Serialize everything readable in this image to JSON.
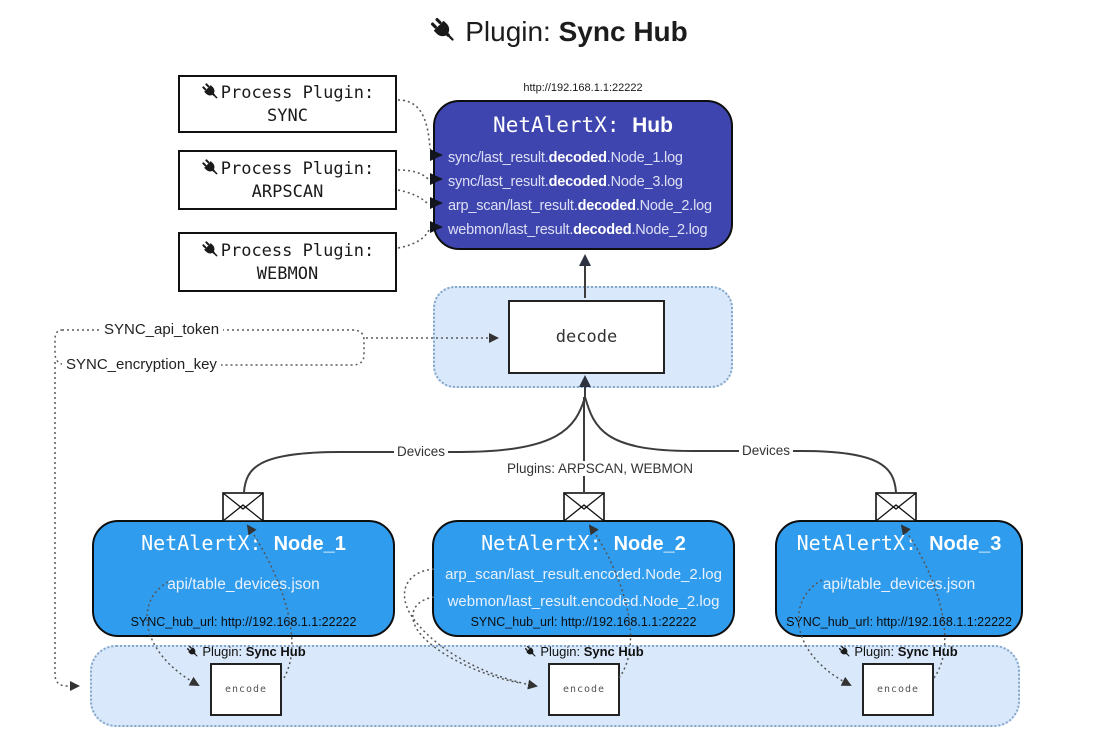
{
  "colors": {
    "hub_fill": "#3f45ae",
    "node_fill": "#2f9cee",
    "panel_fill": "#d9e9fb",
    "panel_border": "#84a6c9"
  },
  "title": {
    "pre": "Plugin: ",
    "bold": "Sync Hub"
  },
  "hub": {
    "url": "http://192.168.1.1:22222",
    "title_mono": "NetAlertX: ",
    "title_bold": "Hub",
    "lines": [
      {
        "pre": "sync/last_result.",
        "bold": "decoded",
        "post": ".Node_1.log"
      },
      {
        "pre": "sync/last_result.",
        "bold": "decoded",
        "post": ".Node_3.log"
      },
      {
        "pre": "arp_scan/last_result.",
        "bold": "decoded",
        "post": ".Node_2.log"
      },
      {
        "pre": "webmon/last_result.",
        "bold": "decoded",
        "post": ".Node_2.log"
      }
    ]
  },
  "process_plugins": [
    {
      "label": "Process Plugin:",
      "name": "SYNC"
    },
    {
      "label": "Process Plugin:",
      "name": "ARPSCAN"
    },
    {
      "label": "Process Plugin:",
      "name": "WEBMON"
    }
  ],
  "decode": {
    "label": "decode"
  },
  "secrets": {
    "api_token": "SYNC_api_token",
    "encryption_key": "SYNC_encryption_key"
  },
  "edges": {
    "devices_left": "Devices",
    "plugins_mid": "Plugins: ARPSCAN, WEBMON",
    "devices_right": "Devices"
  },
  "nodes": [
    {
      "title_mono": "NetAlertX: ",
      "title_bold": "Node_1",
      "lines": [
        "api/table_devices.json"
      ],
      "hub_url": "SYNC_hub_url: http://192.168.1.1:22222"
    },
    {
      "title_mono": "NetAlertX: ",
      "title_bold": "Node_2",
      "lines": [
        "arp_scan/last_result.encoded.Node_2.log",
        "webmon/last_result.encoded.Node_2.log"
      ],
      "hub_url": "SYNC_hub_url: http://192.168.1.1:22222"
    },
    {
      "title_mono": "NetAlertX: ",
      "title_bold": "Node_3",
      "lines": [
        "api/table_devices.json"
      ],
      "hub_url": "SYNC_hub_url: http://192.168.1.1:22222"
    }
  ],
  "encoders": [
    {
      "plugin_pre": "Plugin: ",
      "plugin_bold": "Sync Hub",
      "label": "encode"
    },
    {
      "plugin_pre": "Plugin: ",
      "plugin_bold": "Sync Hub",
      "label": "encode"
    },
    {
      "plugin_pre": "Plugin: ",
      "plugin_bold": "Sync Hub",
      "label": "encode"
    }
  ]
}
